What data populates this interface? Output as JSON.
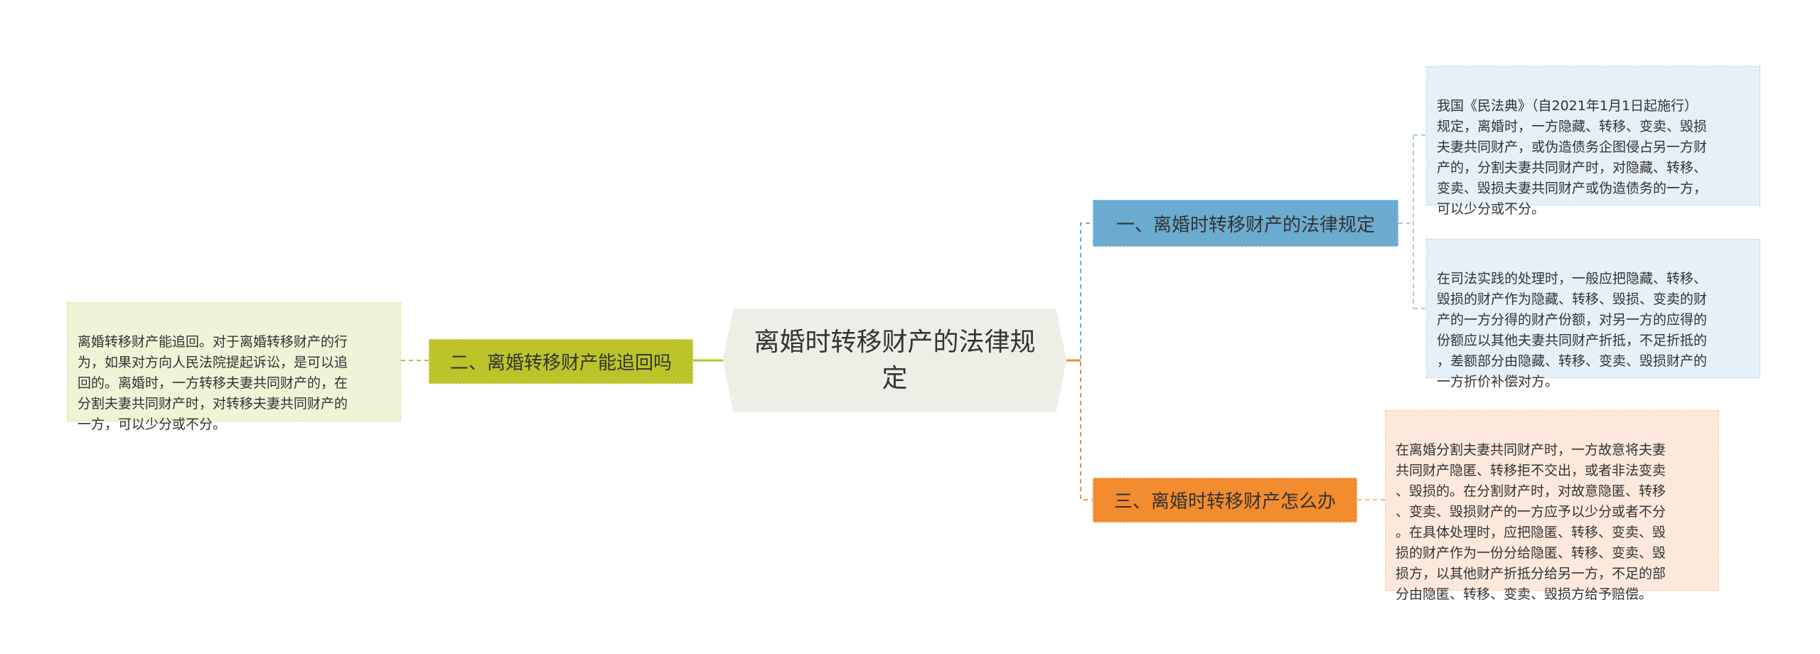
{
  "center": {
    "title": "离婚时转移财产的法律规定"
  },
  "branches": {
    "legal_rules": {
      "label": "一、离婚时转移财产的法律规定",
      "color": "#6cabd0"
    },
    "recoverable": {
      "label": "二、离婚转移财产能追回吗",
      "color": "#bcc42a"
    },
    "what_to_do": {
      "label": "三、离婚时转移财产怎么办",
      "color": "#f28c2e"
    }
  },
  "leaves": {
    "legal_rules_1": "我国《民法典》（自2021年1月1日起施行）\n规定，离婚时，一方隐藏、转移、变卖、毁损\n夫妻共同财产，或伪造债务企图侵占另一方财\n产的，分割夫妻共同财产时，对隐藏、转移、\n变卖、毁损夫妻共同财产或伪造债务的一方，\n可以少分或不分。",
    "legal_rules_2": "在司法实践的处理时，一般应把隐藏、转移、\n毁损的财产作为隐藏、转移、毁损、变卖的财\n产的一方分得的财产份额，对另一方的应得的\n份额应以其他夫妻共同财产折抵，不足折抵的\n，差额部分由隐藏、转移、变卖、毁损财产的\n一方折价补偿对方。",
    "recoverable_1": "离婚转移财产能追回。对于离婚转移财产的行\n为，如果对方向人民法院提起诉讼，是可以追\n回的。离婚时，一方转移夫妻共同财产的，在\n分割夫妻共同财产时，对转移夫妻共同财产的\n一方，可以少分或不分。",
    "what_to_do_1": "在离婚分割夫妻共同财产时，一方故意将夫妻\n共同财产隐匿、转移拒不交出，或者非法变卖\n、毁损的。在分割财产时，对故意隐匿、转移\n、变卖、毁损财产的一方应予以少分或者不分\n。在具体处理时，应把隐匿、转移、变卖、毁\n损的财产作为一份分给隐匿、转移、变卖、毁\n损方，以其他财产折抵分给另一方，不足的部\n分由隐匿、转移、变卖、毁损方给予赔偿。"
  },
  "colors": {
    "center_bg": "#eeeee6",
    "blue_leaf_bg": "#e6f0f8",
    "green_leaf_bg": "#f0f3d6",
    "orange_leaf_bg": "#fde9dc",
    "text": "#333333"
  }
}
